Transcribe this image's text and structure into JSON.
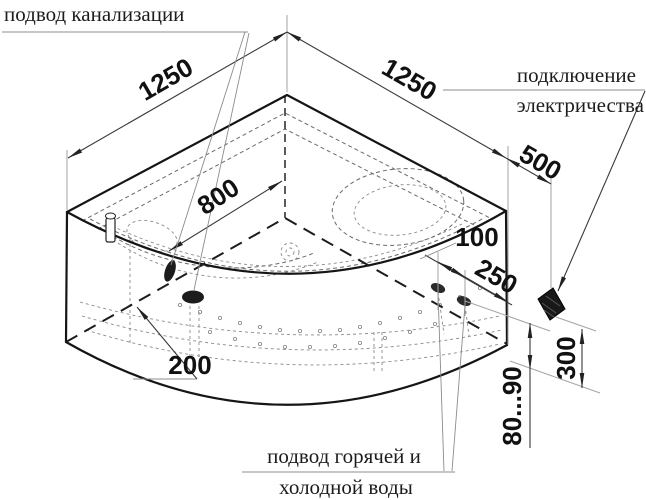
{
  "diagram": {
    "labels": {
      "sewer": "подвод канализации",
      "electric_line1": "подключение",
      "electric_line2": "электричества",
      "water_line1": "подвод горячей и",
      "water_line2": "холодной воды"
    },
    "dimensions": {
      "left_width": "1250",
      "right_width": "1250",
      "electric_offset": "500",
      "inner_width": "800",
      "stub_spacing": "100",
      "stub_offset": "250",
      "drain_offset": "200",
      "electric_height": "300",
      "leg_height": "80...90"
    },
    "colors": {
      "line": "#151515",
      "hidden": "#6a6a6a",
      "extension": "#a3a3a3",
      "fitting_fill": "#1c1c1c",
      "background": "#ffffff"
    }
  }
}
